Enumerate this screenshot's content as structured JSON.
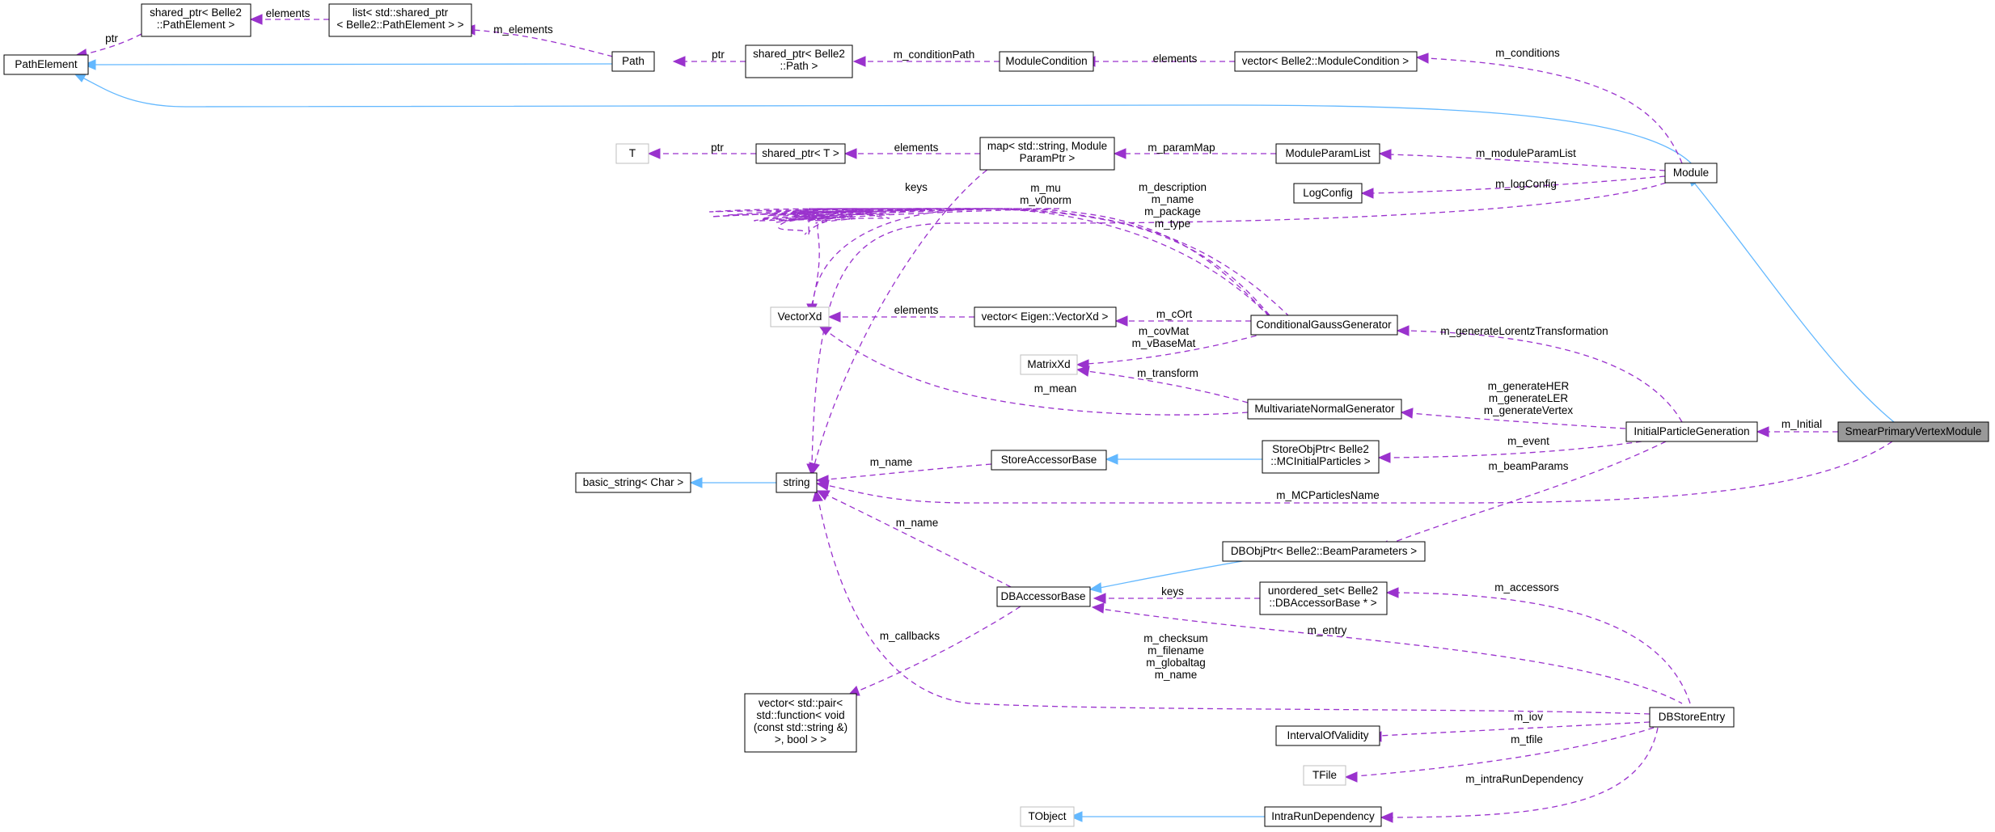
{
  "nodes": {
    "SmearPrimaryVertexModule": [
      "SmearPrimaryVertexModule"
    ],
    "InitialParticleGeneration": [
      "InitialParticleGeneration"
    ],
    "Module": [
      "Module"
    ],
    "PathElement": [
      "PathElement"
    ],
    "Path": [
      "Path"
    ],
    "sp_PathElement": [
      "shared_ptr< Belle2",
      "::PathElement >"
    ],
    "list_sp_PathElement": [
      "list< std::shared_ptr",
      "< Belle2::PathElement > >"
    ],
    "sp_Path": [
      "shared_ptr< Belle2",
      "::Path >"
    ],
    "ModuleCondition": [
      "ModuleCondition"
    ],
    "vector_ModuleCondition": [
      "vector< Belle2::ModuleCondition >"
    ],
    "T": [
      "T"
    ],
    "sp_T": [
      "shared_ptr< T >"
    ],
    "map_ModuleParam": [
      "map< std::string, Module",
      "ParamPtr >"
    ],
    "ModuleParamList": [
      "ModuleParamList"
    ],
    "LogConfig": [
      "LogConfig"
    ],
    "VectorXd": [
      "VectorXd"
    ],
    "vector_VectorXd": [
      "vector< Eigen::VectorXd >"
    ],
    "ConditionalGaussGenerator": [
      "ConditionalGaussGenerator"
    ],
    "MatrixXd": [
      "MatrixXd"
    ],
    "MultivariateNormalGenerator": [
      "MultivariateNormalGenerator"
    ],
    "StoreAccessorBase": [
      "StoreAccessorBase"
    ],
    "StoreObjPtr_MC": [
      "StoreObjPtr< Belle2",
      "::MCInitialParticles >"
    ],
    "basic_string": [
      "basic_string< Char >"
    ],
    "string": [
      "string"
    ],
    "DBObjPtr_Beam": [
      "DBObjPtr< Belle2::BeamParameters >"
    ],
    "DBAccessorBase": [
      "DBAccessorBase"
    ],
    "unordered_set_DB": [
      "unordered_set< Belle2",
      "::DBAccessorBase * >"
    ],
    "vector_pair_fn": [
      "vector< std::pair<",
      "std::function< void",
      "(const std::string &)",
      ">, bool > >"
    ],
    "DBStoreEntry": [
      "DBStoreEntry"
    ],
    "IntervalOfValidity": [
      "IntervalOfValidity"
    ],
    "TFile": [
      "TFile"
    ],
    "TObject": [
      "TObject"
    ],
    "IntraRunDependency": [
      "IntraRunDependency"
    ]
  },
  "edge_labels": {
    "m_initial": [
      "m_Initial"
    ],
    "m_mcparticlesname": [
      "m_MCParticlesName"
    ],
    "m_generatelorentz": [
      "m_generateLorentzTransformation"
    ],
    "m_generate_hlv": [
      "m_generateHER",
      "m_generateLER",
      "m_generateVertex"
    ],
    "m_event": [
      "m_event"
    ],
    "m_beamparams": [
      "m_beamParams"
    ],
    "m_conditions": [
      "m_conditions"
    ],
    "m_moduleparamlist": [
      "m_moduleParamList"
    ],
    "m_logconfig": [
      "m_logConfig"
    ],
    "m_module_strings": [
      "m_description",
      "m_name",
      "m_package",
      "m_type"
    ],
    "m_elements_path": [
      "m_elements"
    ],
    "elements_list": [
      "elements"
    ],
    "ptr_path": [
      "ptr"
    ],
    "ptr_pathelement": [
      "ptr"
    ],
    "m_conditionpath": [
      "m_conditionPath"
    ],
    "elements_cond": [
      "elements"
    ],
    "ptr_t": [
      "ptr"
    ],
    "elements_map": [
      "elements"
    ],
    "keys_map": [
      "keys"
    ],
    "m_paramMap": [
      "m_paramMap"
    ],
    "m_mu_v0norm": [
      "m_mu",
      "m_v0norm"
    ],
    "elements_vec": [
      "elements"
    ],
    "m_cort": [
      "m_cOrt"
    ],
    "m_covmat": [
      "m_covMat",
      "m_vBaseMat"
    ],
    "m_transform": [
      "m_transform"
    ],
    "m_mean": [
      "m_mean"
    ],
    "m_name_store": [
      "m_name"
    ],
    "m_name_db": [
      "m_name"
    ],
    "m_callbacks": [
      "m_callbacks"
    ],
    "keys_set": [
      "keys"
    ],
    "m_entry": [
      "m_entry"
    ],
    "m_accessors": [
      "m_accessors"
    ],
    "m_dbstore_strings": [
      "m_checksum",
      "m_filename",
      "m_globaltag",
      "m_name"
    ],
    "m_iov": [
      "m_iov"
    ],
    "m_tfile": [
      "m_tfile"
    ],
    "m_intrarun": [
      "m_intraRunDependency"
    ]
  },
  "colors": {
    "usage_edge": "#9a32cd",
    "inheritance_edge": "#63b8ff",
    "focus_fill": "#999999",
    "node_border": "#000000",
    "external_node_border": "#bfbfbf"
  }
}
